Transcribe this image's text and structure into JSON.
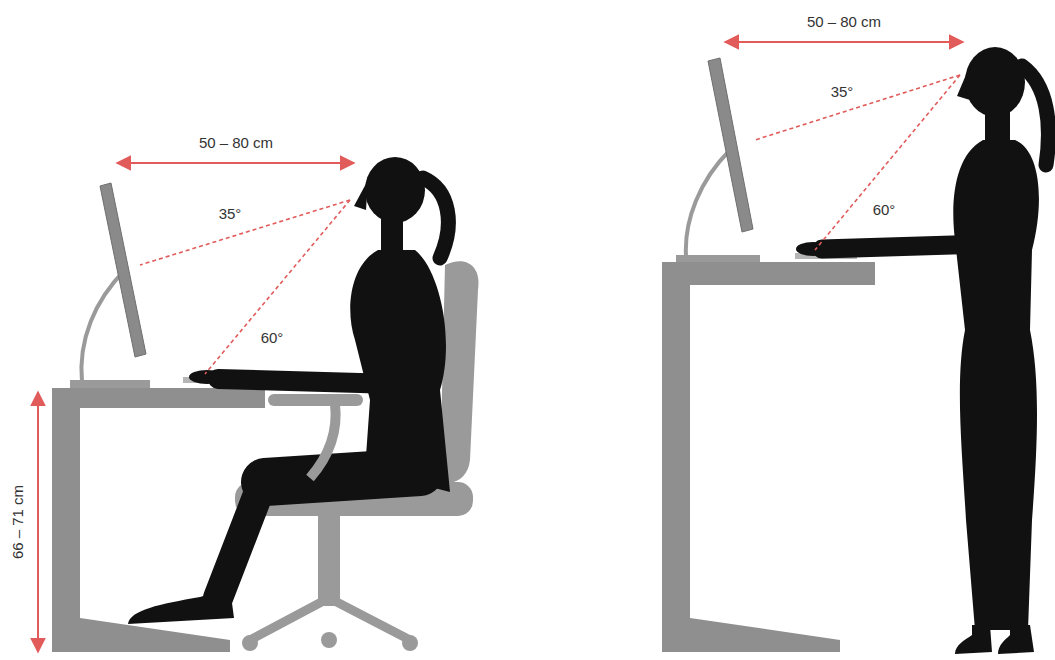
{
  "diagram": {
    "labels": [
      "50 – 80 cm",
      "35°",
      "60°",
      "66 – 71 cm",
      "50 – 80 cm",
      "35°",
      "60°"
    ]
  }
}
